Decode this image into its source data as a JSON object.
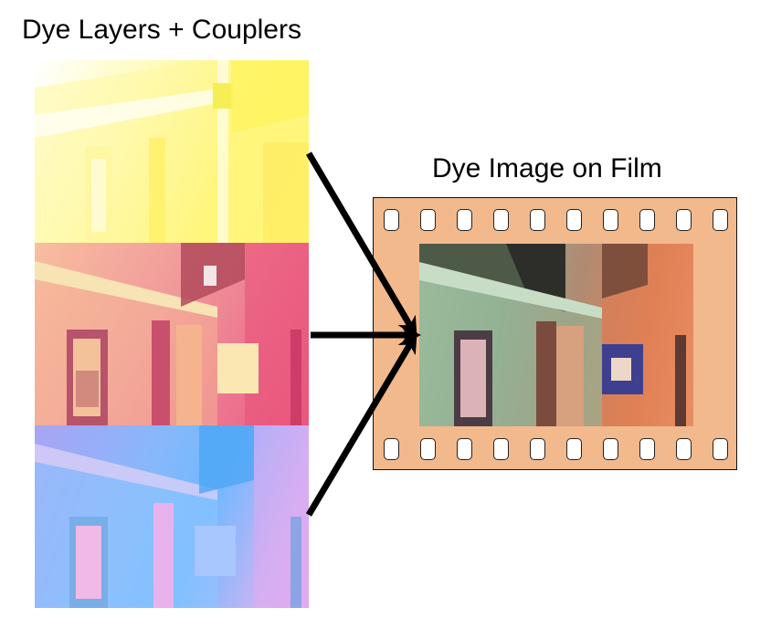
{
  "left_title": "Dye Layers + Couplers",
  "right_title": "Dye Image on Film",
  "layers": [
    {
      "name": "yellow",
      "color": "#fff34f"
    },
    {
      "name": "magenta",
      "color": "#e6527c"
    },
    {
      "name": "cyan",
      "color": "#71b8ff"
    }
  ],
  "film": {
    "base_color": "#f2b98d",
    "perforations_per_row": 10
  },
  "arrow_color": "#000000"
}
